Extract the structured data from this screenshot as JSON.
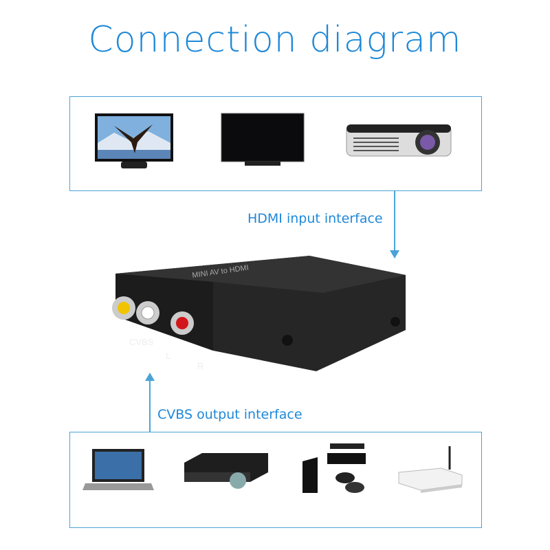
{
  "title": "Connection diagram",
  "hdmi_label": "HDMI input interface",
  "cvbs_label": "CVBS output interface",
  "device": {
    "brand_text": "MINI AV to HDMI",
    "ports": [
      "CVBS",
      "L",
      "R"
    ]
  },
  "colors": {
    "accent": "#1e88d8",
    "line": "#4aa3d6",
    "device": "#222222"
  },
  "output_devices": [
    "tv-eagle-icon",
    "tv-icon",
    "projector-icon"
  ],
  "input_devices": [
    "laptop-icon",
    "dvd-player-icon",
    "game-console-icon",
    "set-top-box-icon"
  ]
}
